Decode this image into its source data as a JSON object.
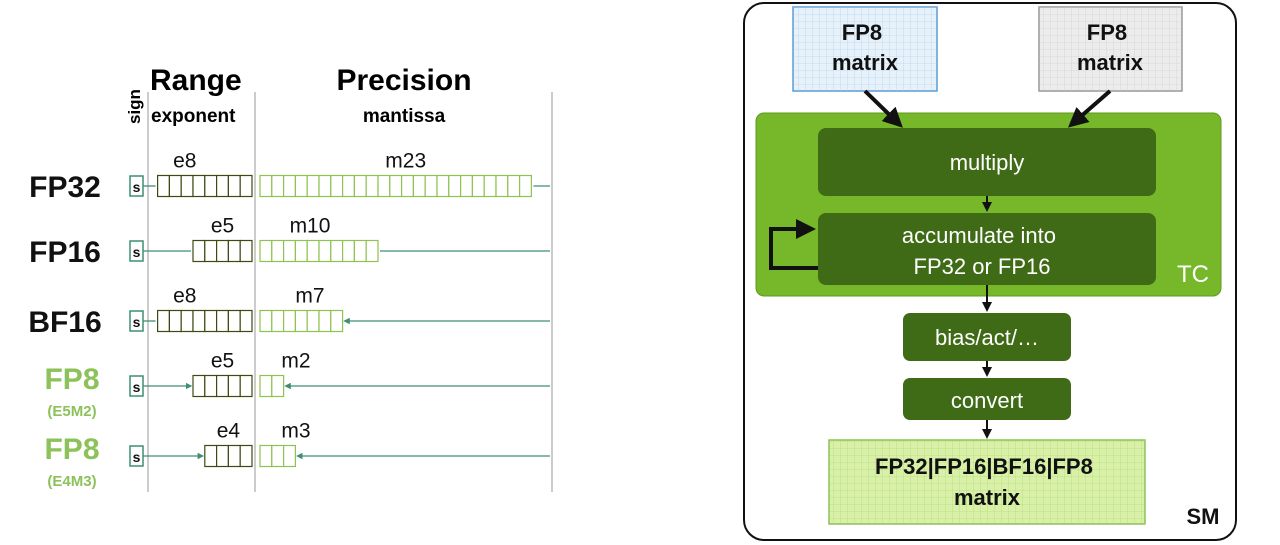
{
  "formats": {
    "headers": {
      "sign": "sign",
      "range": "Range",
      "exponent": "exponent",
      "precision": "Precision",
      "mantissa": "mantissa"
    },
    "sign_bit_label": "s",
    "rows": [
      {
        "name": "FP32",
        "sub": "",
        "exp_label": "e8",
        "man_label": "m23",
        "exp_bits": 8,
        "man_bits": 23,
        "color": "#111111"
      },
      {
        "name": "FP16",
        "sub": "",
        "exp_label": "e5",
        "man_label": "m10",
        "exp_bits": 5,
        "man_bits": 10,
        "color": "#111111"
      },
      {
        "name": "BF16",
        "sub": "",
        "exp_label": "e8",
        "man_label": "m7",
        "exp_bits": 8,
        "man_bits": 7,
        "color": "#111111"
      },
      {
        "name": "FP8",
        "sub": "(E5M2)",
        "exp_label": "e5",
        "man_label": "m2",
        "exp_bits": 5,
        "man_bits": 2,
        "color": "#8dc15a"
      },
      {
        "name": "FP8",
        "sub": "(E4M3)",
        "exp_label": "e4",
        "man_label": "m3",
        "exp_bits": 4,
        "man_bits": 3,
        "color": "#8dc15a"
      }
    ],
    "colors": {
      "exponent_stroke": "#3d4a12",
      "mantissa_stroke": "#8fc251",
      "sign_stroke": "#3f8f72",
      "line": "#3f8f72"
    }
  },
  "flow": {
    "input_a": "FP8\nmatrix",
    "input_b": "FP8\nmatrix",
    "multiply": "multiply",
    "accumulate": "accumulate into\nFP32 or FP16",
    "tc_label": "TC",
    "bias": "bias/act/…",
    "convert": "convert",
    "output": "FP32|FP16|BF16|FP8\nmatrix",
    "sm_label": "SM",
    "colors": {
      "tc_bg": "#77b82a",
      "dark_box": "#3f6b17",
      "input_a_fill": "#e6f1fa",
      "input_a_stroke": "#5b9bd5",
      "input_b_fill": "#ececec",
      "input_b_stroke": "#999999",
      "output_fill": "#d8f0a8",
      "output_stroke": "#8dc15a"
    }
  }
}
